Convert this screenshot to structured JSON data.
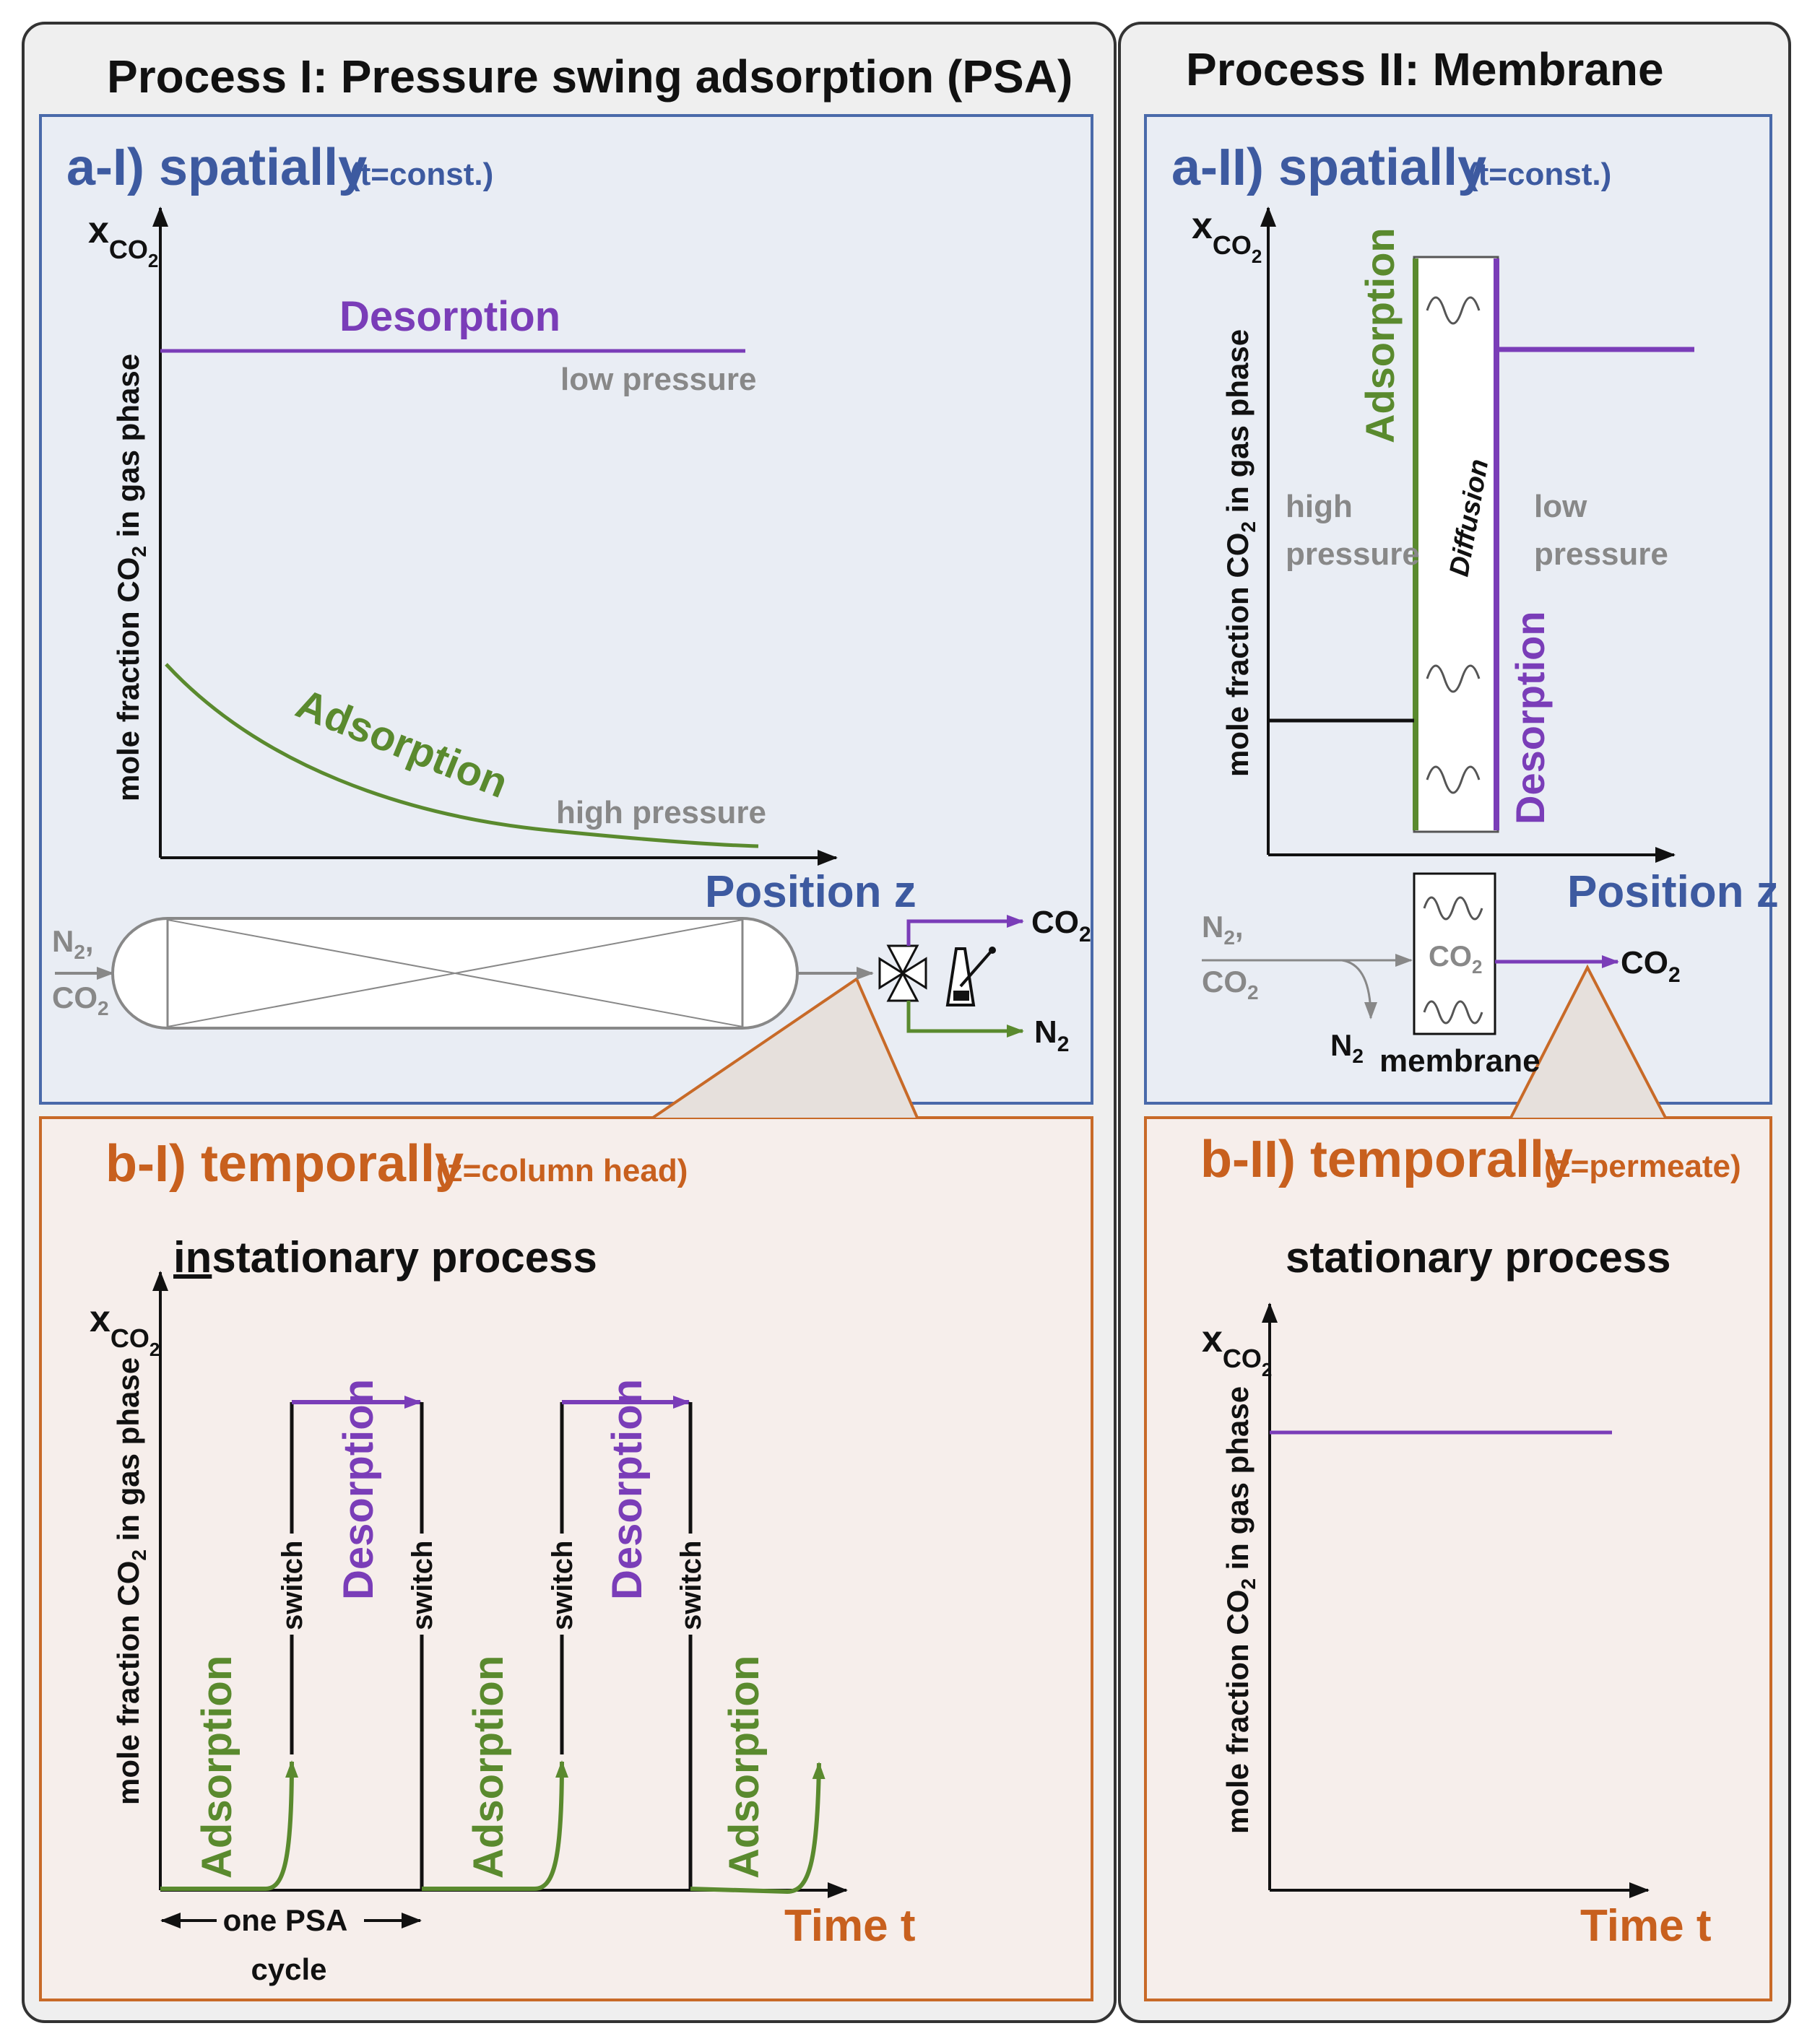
{
  "colors": {
    "panel_bg": "#efefef",
    "panel_border": "#333333",
    "blue_box_bg": "#e9edf4",
    "blue_box_border": "#4a6aaa",
    "orange_box_bg": "#f6eeeb",
    "orange_box_border": "#c86a28",
    "blue_text": "#3d5aa0",
    "orange_text": "#c8601e",
    "purple": "#7a3db8",
    "green": "#5a8a2e",
    "grey_text": "#888888",
    "black": "#111111"
  },
  "process_1": {
    "title": "Process I: Pressure swing adsorption (PSA)",
    "spatial": {
      "heading": "a-I) spatially",
      "heading_note": "(t=const.)",
      "ylabel_main": "mole fraction CO",
      "ylabel_sub": "2",
      "ylabel_tail": " in gas phase",
      "x_axis_symbol": "x",
      "x_axis_symbol_sub": "CO",
      "x_axis_symbol_sub2": "2",
      "desorption_label": "Desorption",
      "low_pressure": "low pressure",
      "adsorption_label": "Adsorption",
      "high_pressure": "high pressure",
      "xlabel": "Position z",
      "feed_n2": "N",
      "feed_n2_sub": "2",
      "feed_sep": ",",
      "feed_co2": "CO",
      "feed_co2_sub": "2",
      "out_co2": "CO",
      "out_co2_sub": "2",
      "out_n2": "N",
      "out_n2_sub": "2"
    },
    "temporal": {
      "heading": "b-I) temporally",
      "heading_note": "(z=column head)",
      "process_type_prefix": "in",
      "process_type_rest": "stationary process",
      "ylabel_main": "mole fraction CO",
      "ylabel_sub": "2",
      "ylabel_tail": " in gas phase",
      "x_axis_symbol": "x",
      "x_axis_symbol_sub": "CO",
      "x_axis_symbol_sub2": "2",
      "switch_label": "switch",
      "desorption_label": "Desorption",
      "adsorption_label": "Adsorption",
      "cycle_line1": "one PSA",
      "cycle_line2": "cycle",
      "xlabel": "Time t"
    }
  },
  "process_2": {
    "title": "Process II: Membrane",
    "spatial": {
      "heading": "a-II) spatially",
      "heading_note": "(t=const.)",
      "ylabel_main": "mole fraction CO",
      "ylabel_sub": "2",
      "ylabel_tail": " in gas phase",
      "x_axis_symbol": "x",
      "x_axis_symbol_sub": "CO",
      "x_axis_symbol_sub2": "2",
      "adsorption_label": "Adsorption",
      "diffusion_label": "Diffusion",
      "desorption_label": "Desorption",
      "high_line1": "high",
      "high_line2": "pressure",
      "low_line1": "low",
      "low_line2": "pressure",
      "xlabel": "Position z",
      "feed_n2": "N",
      "feed_n2_sub": "2",
      "feed_sep": ",",
      "feed_co2": "CO",
      "feed_co2_sub": "2",
      "membrane_co2": "CO",
      "membrane_co2_sub": "2",
      "membrane_label": "membrane",
      "retentate_n2": "N",
      "retentate_n2_sub": "2",
      "out_co2": "CO",
      "out_co2_sub": "2"
    },
    "temporal": {
      "heading": "b-II) temporally",
      "heading_note": "(z=permeate)",
      "process_type": "stationary process",
      "ylabel_main": "mole fraction CO",
      "ylabel_sub": "2",
      "ylabel_tail": " in gas phase",
      "x_axis_symbol": "x",
      "x_axis_symbol_sub": "CO",
      "x_axis_symbol_sub2": "2",
      "xlabel": "Time t"
    }
  }
}
